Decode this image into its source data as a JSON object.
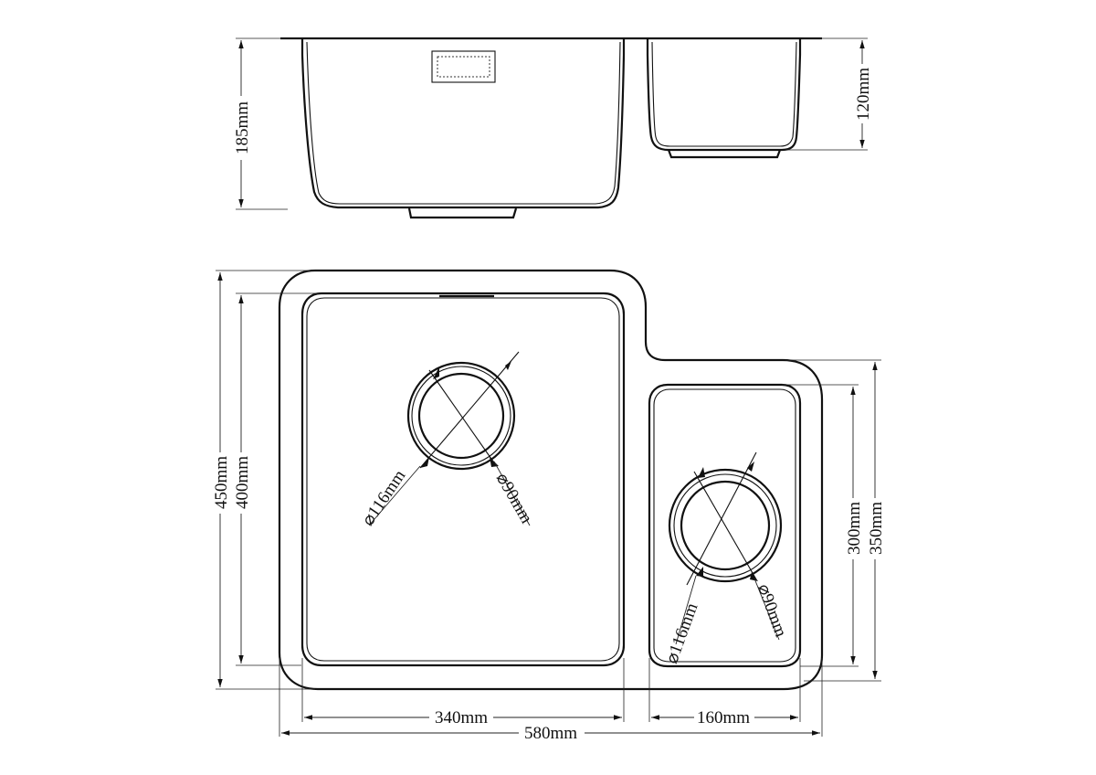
{
  "dimensions": {
    "side_large_depth": "185mm",
    "side_small_depth": "120mm",
    "overall_depth": "450mm",
    "large_bowl_depth": "400mm",
    "small_bowl_inner_depth": "300mm",
    "small_bowl_outer_depth": "350mm",
    "large_bowl_width": "340mm",
    "small_bowl_width": "160mm",
    "overall_width": "580mm",
    "large_outer_diameter": "⌀116mm",
    "large_inner_diameter": "⌀90mm",
    "small_outer_diameter": "⌀116mm",
    "small_inner_diameter": "⌀90mm"
  },
  "colors": {
    "line": "#111111",
    "background": "#ffffff"
  }
}
